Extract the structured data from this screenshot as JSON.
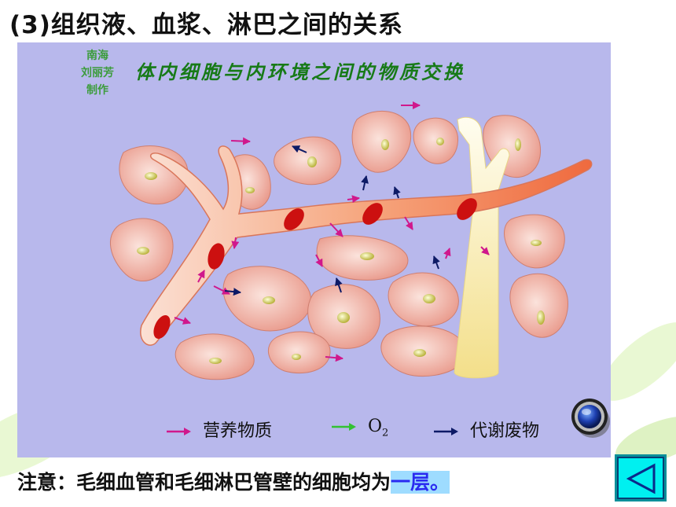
{
  "heading": "(3)组织液、血浆、淋巴之间的关系",
  "credit": [
    "南海",
    "刘丽芳",
    "制作"
  ],
  "diagram_title": "体内细胞与内环境之间的物质交换",
  "legend": {
    "nutrients": {
      "label": "营养物质",
      "color": "#d0188c"
    },
    "oxygen": {
      "label": "O",
      "subscript": "2",
      "color": "#33c233"
    },
    "waste": {
      "label": "代谢废物",
      "color": "#0d1a66"
    }
  },
  "notice": {
    "text": "注意：毛细血管和毛细淋巴管壁的细胞均为",
    "highlight": "一层。"
  },
  "icons": {
    "play": "play-icon",
    "back": "back-triangle-icon"
  },
  "colors": {
    "panel": "#b8b8ec",
    "cell_fill": "#f2b7ab",
    "vessel": "#f07f58",
    "lymph": "#f6ea9c",
    "rbc": "#cc1010"
  }
}
